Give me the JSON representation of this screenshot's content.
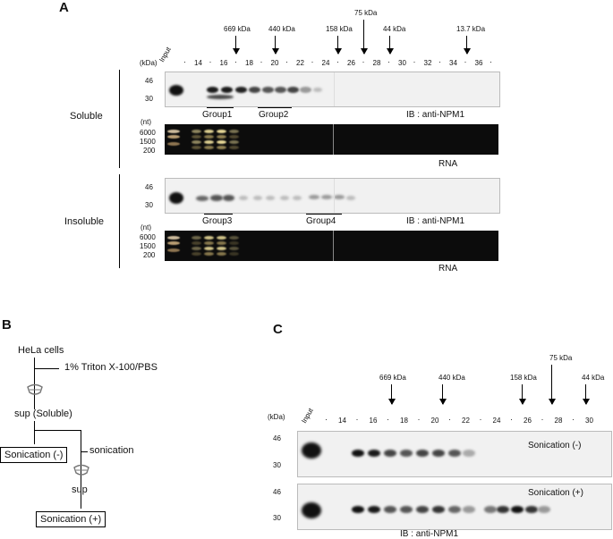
{
  "panel_a": {
    "letter": "A",
    "markers": [
      "669 kDa",
      "440 kDa",
      "158 kDa",
      "75 kDa",
      "44 kDa",
      "13.7 kDa"
    ],
    "kda_label": "(kDa)",
    "nt_label": "(nt)",
    "input_label": "Input",
    "fractions": [
      "14",
      "16",
      "18",
      "20",
      "22",
      "24",
      "26",
      "28",
      "30",
      "32",
      "34",
      "36"
    ],
    "kda_ticks": [
      "46",
      "30"
    ],
    "nt_ticks": [
      "6000",
      "1500",
      "200"
    ],
    "soluble_label": "Soluble",
    "insoluble_label": "Insoluble",
    "group1": "Group1",
    "group2": "Group2",
    "group3": "Group3",
    "group4": "Group4",
    "ib_label": "IB : anti-NPM1",
    "rna_label": "RNA"
  },
  "panel_b": {
    "letter": "B",
    "hela": "HeLa cells",
    "triton": "1% Triton X-100/PBS",
    "sup_soluble": "sup (Soluble)",
    "sonication_minus": "Sonication (-)",
    "sonication": "sonication",
    "sup": "sup",
    "sonication_plus": "Sonication (+)"
  },
  "panel_c": {
    "letter": "C",
    "markers": [
      "669 kDa",
      "440 kDa",
      "158 kDa",
      "75 kDa",
      "44 kDa"
    ],
    "kda_label": "(kDa)",
    "input_label": "Input",
    "fractions": [
      "14",
      "16",
      "18",
      "20",
      "22",
      "24",
      "26",
      "28",
      "30"
    ],
    "kda_ticks": [
      "46",
      "30"
    ],
    "son_minus": "Sonication (-)",
    "son_plus": "Sonication (+)",
    "ib_label": "IB : anti-NPM1"
  }
}
